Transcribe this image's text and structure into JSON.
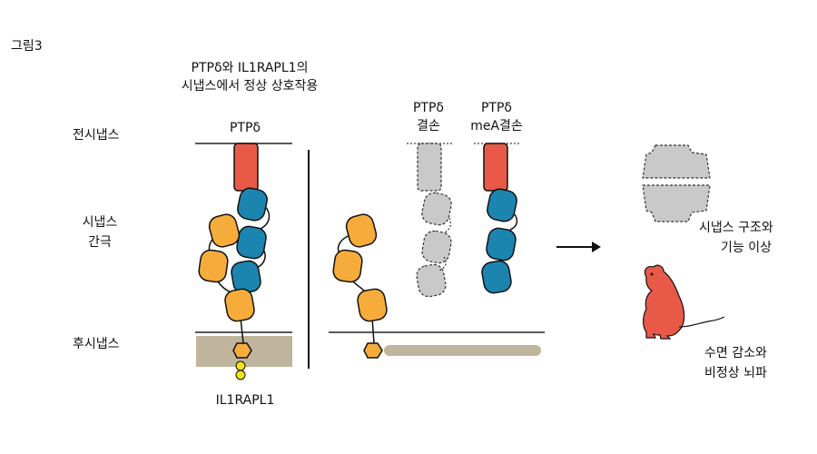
{
  "figure_label": "그림3",
  "heading": {
    "line1": "PTPδ와 IL1RAPL1의",
    "line2": "시냅스에서 정상 상호작용"
  },
  "row_labels": {
    "presynaptic": "전시냅스",
    "cleft_line1": "시냅스",
    "cleft_line2": "간극",
    "postsynaptic": "후시냅스"
  },
  "columns": {
    "normal": {
      "label": "PTPδ",
      "bottom_label": "IL1RAPL1"
    },
    "ptpd_null": {
      "label_line1": "PTPδ",
      "label_line2": "결손"
    },
    "mea_null": {
      "label_line1": "PTPδ",
      "label_line2": "meA결손"
    }
  },
  "outcomes": {
    "synapse_line1": "시냅스 구조와",
    "synapse_line2": "기능 이상",
    "behavior_line1": "수면 감소와",
    "behavior_line2": "비정상 뇌파"
  },
  "colors": {
    "ptpd_stalk": "#e85a47",
    "ptpd_domain": "#1b85b0",
    "il1rapl1_domain": "#f5ac3a",
    "deleted": "#c9c9c9",
    "membrane_post": "#bfb59c",
    "signal_dot": "#f1e21a",
    "mouse": "#e85a47"
  },
  "icons": [
    "arrow-right-icon",
    "mouse-icon",
    "disrupted-synapse-icon"
  ]
}
